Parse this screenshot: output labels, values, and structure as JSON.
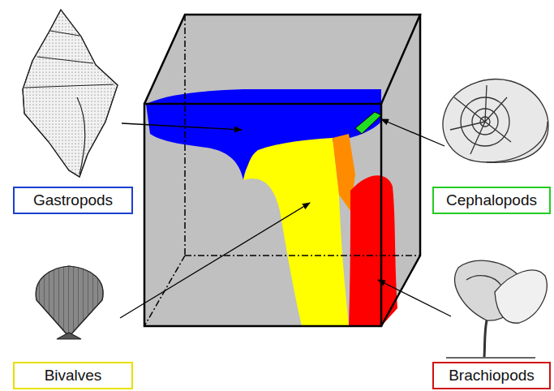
{
  "diagram": {
    "nodes": [
      {
        "text": [
          "Gastropods"
        ]
      },
      {
        "text": [
          "Cephalopods"
        ]
      },
      {
        "text": [
          "Bivalves"
        ]
      },
      {
        "text": [
          "Brachiopods"
        ]
      }
    ]
  }
}
